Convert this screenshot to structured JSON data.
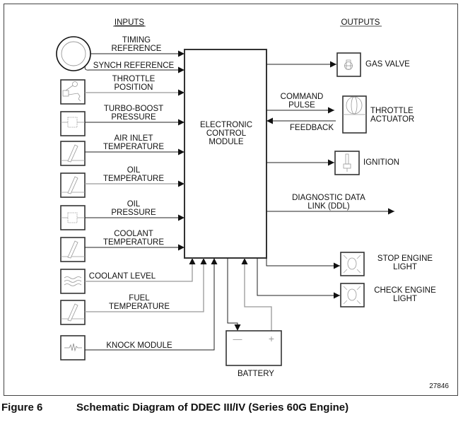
{
  "headings": {
    "inputs": "INPUTS",
    "outputs": "OUTPUTS"
  },
  "ecm": {
    "line1": "ELECTRONIC",
    "line2": "CONTROL",
    "line3": "MODULE"
  },
  "inputs": [
    {
      "id": "timing",
      "icon": "timing-wheel-icon",
      "lines": [
        "TIMING",
        "REFERENCE"
      ]
    },
    {
      "id": "synch",
      "icon": "timing-wheel-icon",
      "lines": [
        "SYNCH REFERENCE"
      ]
    },
    {
      "id": "throttle-position",
      "icon": "throttle-pedal-icon",
      "lines": [
        "THROTTLE",
        "POSITION"
      ]
    },
    {
      "id": "turbo-boost",
      "icon": "pressure-sensor-icon",
      "lines": [
        "TURBO-BOOST",
        "PRESSURE"
      ]
    },
    {
      "id": "air-inlet-temp",
      "icon": "thermometer-icon",
      "lines": [
        "AIR INLET",
        "TEMPERATURE"
      ]
    },
    {
      "id": "oil-temp",
      "icon": "thermometer-icon",
      "lines": [
        "OIL",
        "TEMPERATURE"
      ]
    },
    {
      "id": "oil-pressure",
      "icon": "pressure-sensor-icon",
      "lines": [
        "OIL",
        "PRESSURE"
      ]
    },
    {
      "id": "coolant-temp",
      "icon": "thermometer-icon",
      "lines": [
        "COOLANT",
        "TEMPERATURE"
      ]
    },
    {
      "id": "coolant-level",
      "icon": "coolant-level-icon",
      "lines": [
        "COOLANT LEVEL"
      ]
    },
    {
      "id": "fuel-temp",
      "icon": "thermometer-icon",
      "lines": [
        "FUEL",
        "TEMPERATURE"
      ]
    },
    {
      "id": "knock-module",
      "icon": "knock-wave-icon",
      "lines": [
        "KNOCK MODULE"
      ]
    }
  ],
  "outputs": [
    {
      "id": "gas-valve",
      "icon": "gas-valve-icon",
      "lines": [
        "GAS VALVE"
      ]
    },
    {
      "id": "throttle-actuator",
      "icon": "throttle-actuator-icon",
      "lines": [
        "THROTTLE",
        "ACTUATOR"
      ]
    },
    {
      "id": "ignition",
      "icon": "spark-plug-icon",
      "lines": [
        "IGNITION"
      ]
    },
    {
      "id": "ddl",
      "lines": [
        "DIAGNOSTIC DATA",
        "LINK (DDL)"
      ]
    },
    {
      "id": "stop-engine-light",
      "icon": "lamp-icon",
      "lines": [
        "STOP ENGINE",
        "LIGHT"
      ]
    },
    {
      "id": "check-engine-light",
      "icon": "lamp-icon",
      "lines": [
        "CHECK ENGINE",
        "LIGHT"
      ]
    }
  ],
  "signals": {
    "command": [
      "COMMAND",
      "PULSE"
    ],
    "feedback": "FEEDBACK"
  },
  "battery": {
    "label": "BATTERY",
    "minus": "—",
    "plus": "+"
  },
  "figure_number": "27846",
  "caption": {
    "number": "Figure 6",
    "title": "Schematic Diagram of DDEC III/IV (Series 60G Engine)"
  },
  "colors": {
    "line": "#222222",
    "gray_line": "#9a9a9a",
    "icon_stroke": "#888888"
  }
}
